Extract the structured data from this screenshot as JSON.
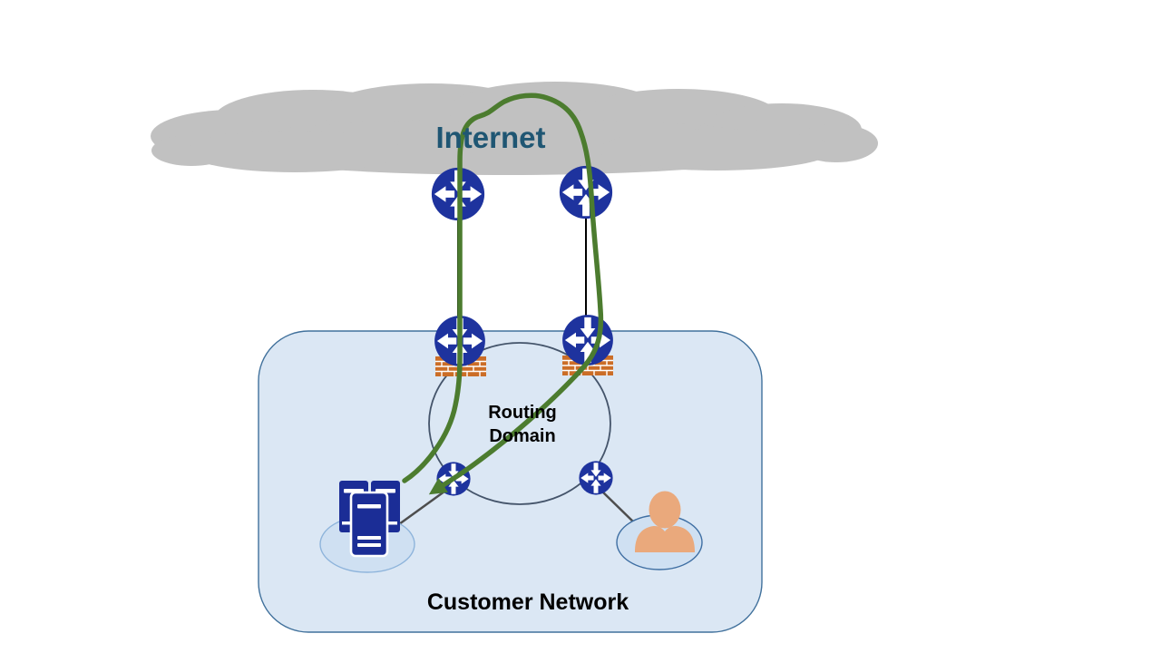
{
  "labels": {
    "internet": "Internet",
    "routing_domain": "Routing Domain",
    "customer_network": "Customer Network"
  },
  "colors": {
    "cloud": "#c1c1c1",
    "internet_text": "#1f5673",
    "router_blue": "#1e339e",
    "arrow_white": "#ffffff",
    "firewall_brick": "#cb6d27",
    "mortar": "#ffffff",
    "path_green": "#4c7c2f",
    "box_fill": "#dbe7f4",
    "box_border": "#41719c",
    "ellipse_stroke": "#44546a",
    "platform_fill": "#cfe0f2",
    "server_platform_border": "#8eb4db",
    "user_platform_border": "#3f6fa3",
    "server_navy": "#1b2d96",
    "person_skin": "#eaa97c",
    "link_black": "#000000",
    "link_gray": "#4d4d4d",
    "label_black": "#000000"
  },
  "nodes": [
    {
      "id": "internet-cloud",
      "type": "cloud",
      "label": "Internet"
    },
    {
      "id": "internet-router-left",
      "type": "router"
    },
    {
      "id": "internet-router-right",
      "type": "router"
    },
    {
      "id": "edge-router-left",
      "type": "router"
    },
    {
      "id": "edge-router-right",
      "type": "router"
    },
    {
      "id": "firewall-left",
      "type": "firewall"
    },
    {
      "id": "firewall-right",
      "type": "firewall"
    },
    {
      "id": "domain-router-left",
      "type": "router"
    },
    {
      "id": "domain-router-right",
      "type": "router"
    },
    {
      "id": "server-cluster",
      "type": "server"
    },
    {
      "id": "user",
      "type": "person"
    }
  ],
  "green_path": {
    "description": "Traffic leaves the server, goes up through the left edge router/firewall to the Internet, loops back down through the right edge router/firewall, arrow ends at the server",
    "arrow_end": "server-cluster"
  }
}
